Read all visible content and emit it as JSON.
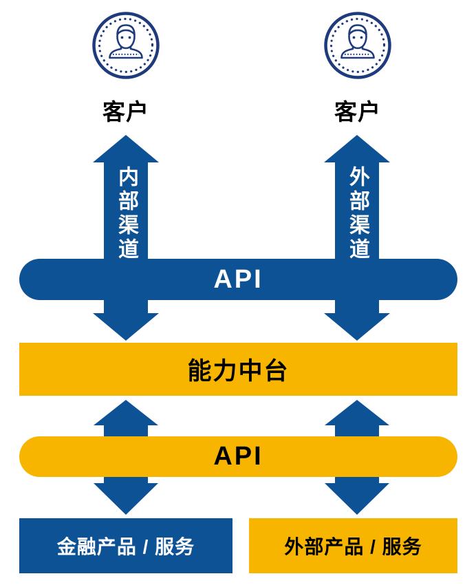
{
  "diagram": {
    "colors": {
      "arrow_blue": "#0d5295",
      "accent_yellow": "#f8b500",
      "icon_navy": "#1f3b7c",
      "background": "#ffffff"
    },
    "actors": [
      {
        "icon": "user-avatar-icon",
        "label": "客户"
      },
      {
        "icon": "user-avatar-icon",
        "label": "客户"
      }
    ],
    "channels": [
      {
        "label": "内部渠道"
      },
      {
        "label": "外部渠道"
      }
    ],
    "layers": {
      "api_top": {
        "label": "API"
      },
      "platform": {
        "label": "能力中台"
      },
      "api_bottom": {
        "label": "API"
      }
    },
    "products": [
      {
        "label": "金融产品 / 服务",
        "variant": "blue"
      },
      {
        "label": "外部产品 / 服务",
        "variant": "yellow"
      }
    ]
  }
}
